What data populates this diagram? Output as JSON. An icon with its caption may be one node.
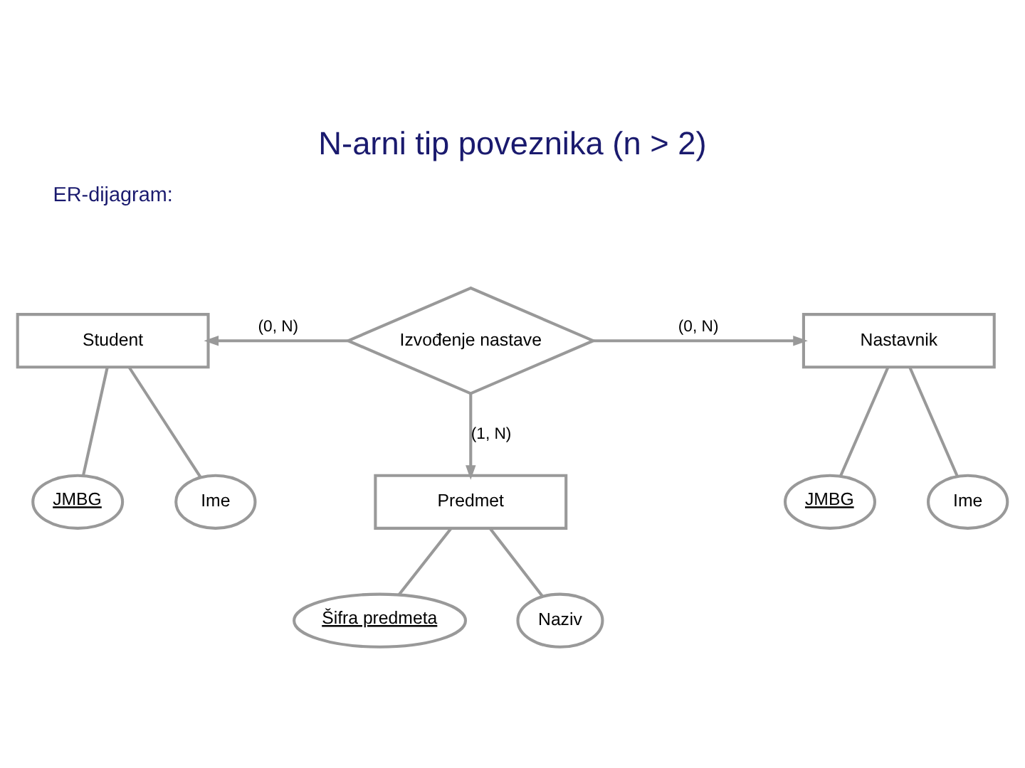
{
  "diagram": {
    "title": "N-arni tip poveznika (n > 2)",
    "nodes": [
      {
        "text": [
          "Student"
        ]
      },
      {
        "text": [
          "Izvođenje nastave"
        ]
      },
      {
        "text": [
          "Nastavnik"
        ]
      },
      {
        "text": [
          "JMBG"
        ]
      },
      {
        "text": [
          "Ime"
        ]
      },
      {
        "text": [
          "Predmet"
        ]
      },
      {
        "text": [
          "JMBG"
        ]
      },
      {
        "text": [
          "Ime"
        ]
      },
      {
        "text": [
          "Šifra predmeta"
        ]
      },
      {
        "text": [
          "Naziv"
        ]
      }
    ],
    "edges": [
      {
        "from": 1,
        "to": 0,
        "arrow": "to",
        "label": "(0, N)"
      },
      {
        "from": 1,
        "to": 2,
        "arrow": "to",
        "label": "(0, N)"
      },
      {
        "from": 1,
        "to": 5,
        "arrow": "to",
        "label": "(1, N)"
      },
      {
        "from": 0,
        "to": 3,
        "arrow": "none"
      },
      {
        "from": 0,
        "to": 4,
        "arrow": "none"
      },
      {
        "from": 2,
        "to": 6,
        "arrow": "none"
      },
      {
        "from": 2,
        "to": 7,
        "arrow": "none"
      },
      {
        "from": 5,
        "to": 8,
        "arrow": "none"
      },
      {
        "from": 5,
        "to": 9,
        "arrow": "none"
      }
    ],
    "labels": [
      "ER-dijagram:"
    ]
  }
}
